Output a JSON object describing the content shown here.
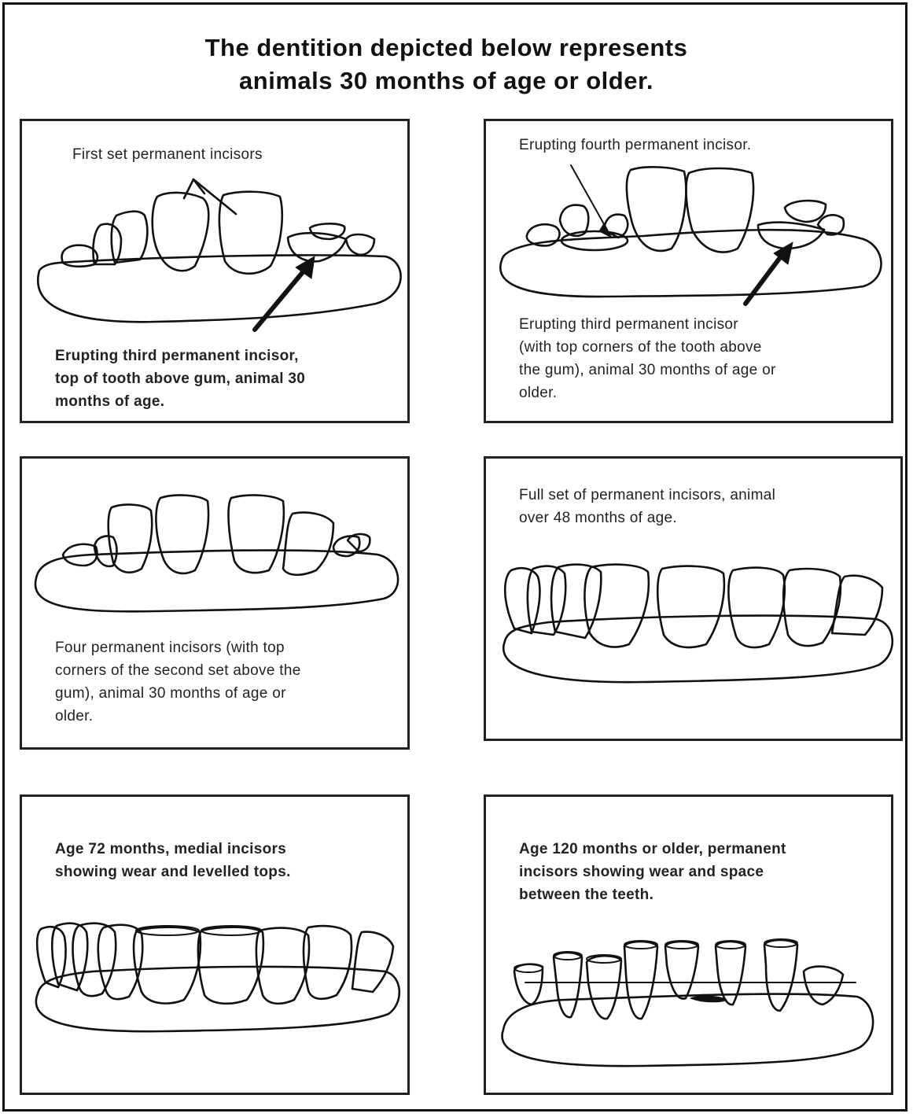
{
  "title": {
    "line1": "The dentition depicted below represents",
    "line2": "animals 30 months of age or older."
  },
  "panels": [
    {
      "label": "First set permanent incisors",
      "caption": [
        "Erupting third permanent incisor,",
        "top of tooth above gum, animal 30",
        "months of age."
      ]
    },
    {
      "label": "Erupting fourth permanent incisor.",
      "caption": [
        "Erupting third permanent incisor",
        "(with top corners of the tooth above",
        "the gum), animal 30 months of age or",
        "older."
      ]
    },
    {
      "caption": [
        "Four permanent incisors (with top",
        "corners of the second set above the",
        "gum), animal 30 months of age or",
        "older."
      ]
    },
    {
      "caption": [
        "Full set of permanent incisors, animal",
        "over 48 months of age."
      ]
    },
    {
      "caption": [
        "Age 72 months, medial incisors",
        "showing wear and levelled tops."
      ]
    },
    {
      "caption": [
        "Age 120 months or older, permanent",
        "incisors showing wear and space",
        "between the teeth."
      ]
    }
  ]
}
